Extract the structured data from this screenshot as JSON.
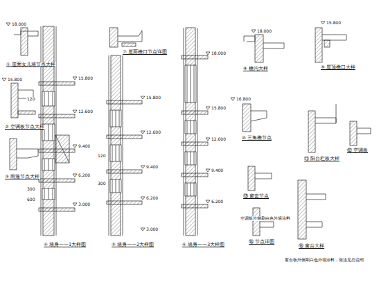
{
  "diagram": {
    "labels": [
      "① 屋面女儿墙节点大样",
      "② 空调板节点大样",
      "③ 雨篷节点大样",
      "④ 墙身一一1大样图",
      "⑤ 墙身一一2大样图",
      "⑥ 墙身一一3大样图",
      "⑦ 屋面檐口节点详图",
      "18.000",
      "15.800",
      "15.800",
      "12.600",
      "9.400",
      "6.200",
      "3.000",
      "15.800",
      "12.600",
      "9.400",
      "6.200",
      "3.000",
      "18.000",
      "15.800",
      "12.600",
      "9.400",
      "6.200",
      "120",
      "300",
      "600",
      "120",
      "300",
      "⑧ 檐沟大样",
      "⑨ 屋顶檐口大样",
      "⑩ 三角檐节点",
      "⑪ 阳台栏板大样",
      "⑫ 空调板",
      "⑬ 窗套节点",
      "⑭ 节点详图",
      "⑮ 窗台大样",
      "空调板外侧刷白色外墙涂料",
      "窗台板外侧刷白色外墙涂料，做法见总说明",
      "18.000",
      "15.800",
      "16.800"
    ]
  }
}
